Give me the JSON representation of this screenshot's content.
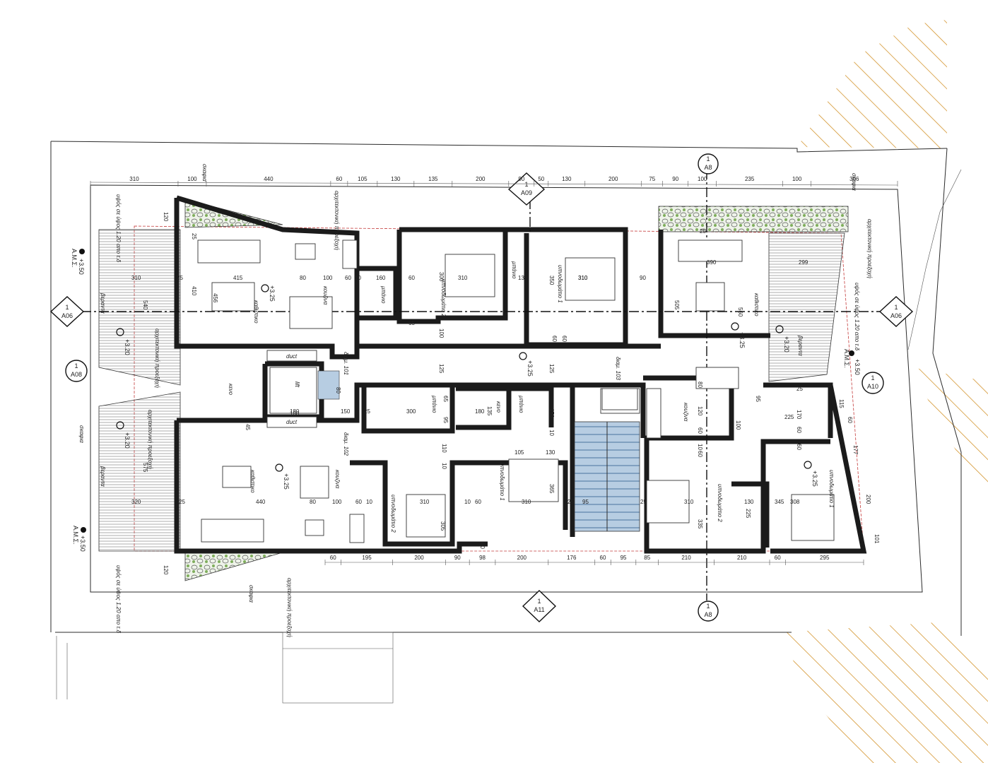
{
  "plan": {
    "colors": {
      "wall": "#1b1b1b",
      "earth_hatch": "#d4952e",
      "stair": "#9fbad6",
      "planter": "#7fae5c",
      "cut_line": "#c43b3b"
    },
    "top_dims": [
      "310",
      "100",
      "440",
      "60",
      "105",
      "130",
      "135",
      "200",
      "90",
      "50",
      "130",
      "200",
      "75",
      "90",
      "100",
      "235",
      "100",
      "306"
    ],
    "bottom_dims": [
      "60",
      "195",
      "200",
      "90",
      "98",
      "200",
      "176",
      "60",
      "95",
      "85",
      "210",
      "210",
      "60",
      "295"
    ],
    "rooms": {
      "ypnodomatio2_top": "υπνοδωμάτιο 2",
      "ypnodomatio1_top": "υπνοδωμάτιο 1",
      "mpanio_top_a": "μπάνιο",
      "mpanio_top_b": "μπάνιο",
      "kathistiko_tl": "καθιστικο",
      "kouzina_tl": "κουζινα",
      "kathistiko_bl": "καθιστικο",
      "kouzina_bl": "κουζινα",
      "mpanio_mid_a": "μπάνιο",
      "mpanio_mid_b": "μπάνιο",
      "keno_mid": "κενο",
      "ypnodomatio1_mid": "υπνοδωμάτιο 1",
      "ypnodomatio2_bl": "υπνοδωμάτιο 2",
      "kathistiko_r": "καθιστικο",
      "kouzina_r": "κουζινα",
      "ypnodomatio2_br": "υπνοδωμάτιο 2",
      "ypnodomatio1_br": "υπνοδωμάτιο 1",
      "lift": "lift",
      "keno_lift": "κενο",
      "duct_a": "duct",
      "duct_b": "duct",
      "diam101": "διαμ. 101",
      "diam102": "διαμ. 102",
      "diam103": "διαμ. 103",
      "veranta_tl": "βεραντα",
      "veranta_bl": "βεραντα",
      "veranta_r": "βεραντα"
    },
    "labels": {
      "skafia_top": "σκαφια",
      "skafia_bot": "σκαφια",
      "skafia_tr": "σκαφια",
      "skafia_left": "σκαφια",
      "arch_top": "αρχιτεκτονική προεξοχή",
      "arch_bot": "αρχιτεκτονική προεξοχή",
      "arch_right": "αρχιτεκτονική προεξοχή",
      "arch_left_a": "αρχιτεκτονική προεξοχή",
      "arch_left_b": "αρχιτεκτονική προεξοχή",
      "railing_tl": "υψός σε ύψος 1.20 απο τ.δ",
      "railing_bl": "υψός σε ύψος 1.20 απο τ.δ",
      "railing_r": "υψός σε ύψος 1.20 απο τ.δ"
    },
    "levels": {
      "l1": "+3.50",
      "l1b": "Α.Μ.Σ.",
      "l2": "+3.50",
      "l2b": "Α.Μ.Σ.",
      "l3": "+3.50",
      "l3b": "Α.Μ.Σ.",
      "l4": "+3.25",
      "l5": "+3.25",
      "l6": "+3.25",
      "l7": "+3.25",
      "l8": "+3.25",
      "l9": "+3.20",
      "l10": "+3.20",
      "l11": "+3.20"
    },
    "sections": {
      "a8_top": "Α8",
      "a9_top": "Α09",
      "a6_left": "Α06",
      "a6_right": "Α06",
      "a08_left": "Α08",
      "a10_right": "Α10",
      "a11_bot": "Α11",
      "a8_bot": "Α8",
      "num": "1"
    },
    "dims_inner": {
      "d120a": "120",
      "d120b": "120",
      "d25a": "25",
      "d25b": "25",
      "d25c": "25",
      "d25d": "25",
      "d310a": "310",
      "d310b": "310",
      "d310c": "310",
      "d415": "415",
      "d410": "410",
      "d456": "456",
      "d100a": "100",
      "d60a": "60",
      "d10a": "10",
      "d160": "160",
      "d80a": "80",
      "d60b": "60",
      "d300a": "300",
      "d130a": "130",
      "d310d": "310",
      "d350": "350",
      "d90a": "90",
      "d65a": "65",
      "d100b": "100",
      "d125a": "125",
      "d125b": "125",
      "d390": "390",
      "d299": "299",
      "d505": "505",
      "d560": "560",
      "d60c": "60",
      "d60d": "60",
      "d180a": "180",
      "d80b": "80",
      "d150a": "150",
      "d180b": "180",
      "d45": "45",
      "d300b": "300",
      "d25e": "25",
      "d180c": "180",
      "d135": "135",
      "d65b": "65",
      "d95a": "95",
      "d150b": "150",
      "d10b": "10",
      "d110": "110",
      "d10c": "10",
      "d105": "105",
      "d130b": "130",
      "d365": "365",
      "d320": "320",
      "d440": "440",
      "d80c": "80",
      "d100c": "100",
      "d60e": "60",
      "d10d": "10",
      "d310e": "310",
      "d305": "305",
      "d10e": "10",
      "d60f": "60",
      "d310f": "310",
      "d25f": "25",
      "d95b": "95",
      "d25g": "25",
      "d310g": "310",
      "d335": "335",
      "d130c": "130",
      "d345": "345",
      "d308": "308",
      "d225a": "225",
      "d80d": "80",
      "d120c": "120",
      "d95c": "95",
      "d100d": "100",
      "d60g": "60",
      "d10f": "10",
      "d60h": "60",
      "d115": "115",
      "d60i": "60",
      "d177": "177",
      "d200": "200",
      "d101": "101",
      "d170": "170",
      "d225b": "225",
      "d60j": "60",
      "d60k": "60",
      "d25h": "25",
      "d575": "575",
      "d540": "540",
      "d60l": "60"
    }
  }
}
